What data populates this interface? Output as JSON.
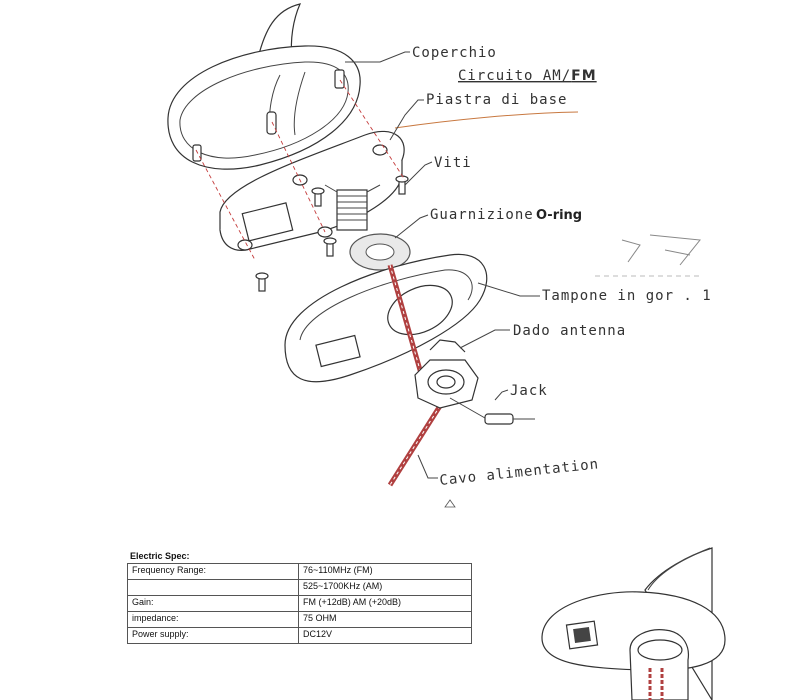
{
  "labels": {
    "coperchio": "Coperchio",
    "circuito_prefix": "Circuito AM/",
    "circuito_suffix": "FM",
    "piastra": "Piastra di base",
    "viti": "Viti",
    "guarnizione": "Guarnizione",
    "oring": "O-ring",
    "tampone": "Tampone in gor . 1",
    "dado": "Dado antenna",
    "jack": "Jack",
    "cavo": "Cavo alimentation"
  },
  "spec": {
    "title": "Electric Spec:",
    "rows": [
      {
        "key": "Frequency Range:",
        "value": "76~110MHz (FM)"
      },
      {
        "key": "",
        "value": "525~1700KHz (AM)"
      },
      {
        "key": "Gain:",
        "value": "FM (+12dB) AM (+20dB)"
      },
      {
        "key": "impedance:",
        "value": "75 OHM"
      },
      {
        "key": "Power supply:",
        "value": "DC12V"
      }
    ]
  },
  "colors": {
    "line": "#333333",
    "cable": "#b04040",
    "accent_line": "#c87840"
  }
}
